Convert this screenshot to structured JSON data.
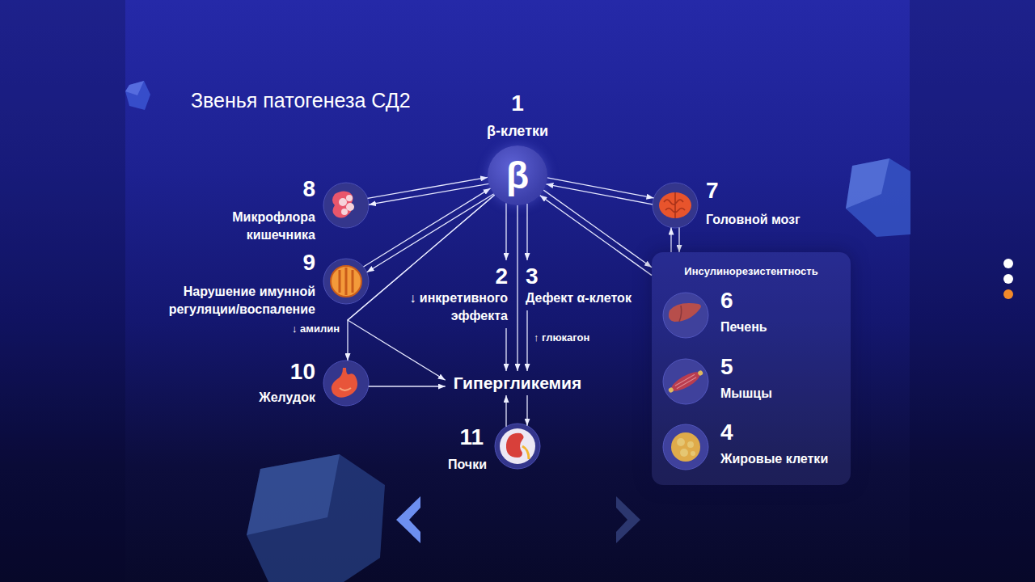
{
  "diagram": {
    "title": "Звенья патогенеза СД2",
    "nodes": [
      {
        "text": [
          "1",
          "β-клетки",
          "β"
        ]
      },
      {
        "text": [
          "8",
          "Микрофлора кишечника"
        ]
      },
      {
        "text": [
          "7",
          "Головной мозг"
        ]
      },
      {
        "text": [
          "9",
          "Нарушение имунной регуляции/воспаление"
        ]
      },
      {
        "text": [
          "2",
          "↓ инкретивного эффекта"
        ]
      },
      {
        "text": [
          "3",
          "Дефект α-клеток"
        ]
      },
      {
        "text": [
          "Инсулинорезистентность"
        ]
      },
      {
        "text": [
          "6",
          "Печень"
        ],
        "in": 6
      },
      {
        "text": [
          "5",
          "Мышцы"
        ],
        "in": 6
      },
      {
        "text": [
          "4",
          "Жировые клетки"
        ],
        "in": 6
      },
      {
        "text": [
          "10",
          "Желудок"
        ]
      },
      {
        "text": [
          "Гипергликемия"
        ]
      },
      {
        "text": [
          "11",
          "Почки"
        ]
      }
    ],
    "edges": [
      {
        "from": 0,
        "to": 1,
        "arrow": "to"
      },
      {
        "from": 1,
        "to": 0,
        "arrow": "to"
      },
      {
        "from": 0,
        "to": 2,
        "arrow": "to"
      },
      {
        "from": 2,
        "to": 0,
        "arrow": "to"
      },
      {
        "from": 0,
        "to": 3,
        "arrow": "to"
      },
      {
        "from": 3,
        "to": 0,
        "arrow": "to"
      },
      {
        "from": 0,
        "to": 10,
        "arrow": "to"
      },
      {
        "from": 0,
        "to": 11,
        "arrow": "to"
      },
      {
        "from": 0,
        "to": 4,
        "arrow": "to"
      },
      {
        "from": 4,
        "to": 11,
        "arrow": "to"
      },
      {
        "from": 0,
        "to": 11,
        "arrow": "to"
      },
      {
        "from": 0,
        "to": 5,
        "arrow": "to"
      },
      {
        "from": 5,
        "to": 11,
        "arrow": "to"
      },
      {
        "from": 10,
        "to": 11,
        "arrow": "to"
      },
      {
        "from": 11,
        "to": 12,
        "arrow": "to"
      },
      {
        "from": 12,
        "to": 11,
        "arrow": "to"
      },
      {
        "from": 0,
        "to": 6,
        "arrow": "to"
      },
      {
        "from": 6,
        "to": 0,
        "arrow": "to"
      },
      {
        "from": 2,
        "to": 6,
        "arrow": "to"
      },
      {
        "from": 6,
        "to": 2,
        "arrow": "to"
      }
    ],
    "labels": [
      "↓ амилин",
      "↑ глюкагон"
    ]
  }
}
